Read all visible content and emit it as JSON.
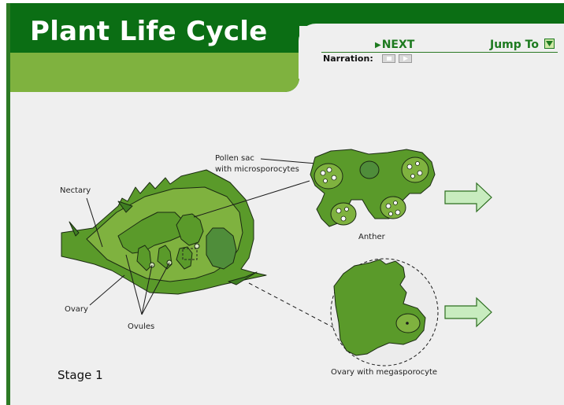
{
  "app": {
    "title": "Plant Life Cycle"
  },
  "nav": {
    "next_label": "NEXT",
    "next_icon": "play-triangle-icon",
    "jump_label": "Jump To",
    "jump_icon": "dropdown-arrow-icon",
    "narration_label": "Narration:",
    "stop_icon": "stop-icon",
    "play_icon": "play-icon"
  },
  "diagram": {
    "labels": {
      "pollen_sac": "Pollen sac\nwith microsporocytes",
      "nectary": "Nectary",
      "anther": "Anther",
      "ovary": "Ovary",
      "ovules": "Ovules",
      "ovary_megasporocyte": "Ovary with megasporocyte"
    },
    "arrow_icon": "right-arrow-icon"
  },
  "stage": {
    "label": "Stage 1"
  },
  "colors": {
    "banner_dark": "#0b6e14",
    "banner_light": "#7fb23f",
    "tissue": "#5a9a2a",
    "tissue_dark": "#3f7f22",
    "arrow_fill": "#c8ecbf"
  }
}
